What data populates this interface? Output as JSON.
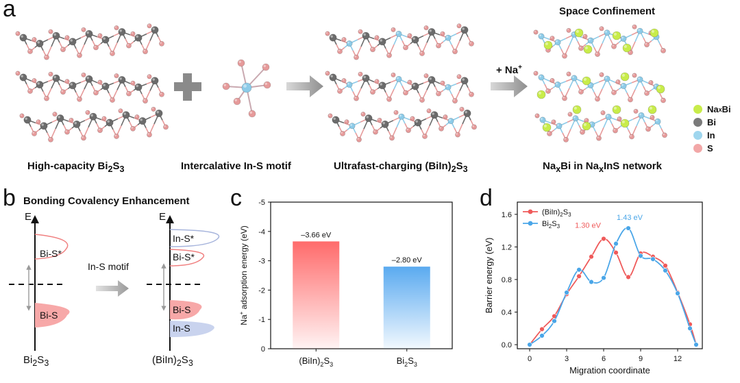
{
  "panel_a": {
    "label": "a",
    "plus_na": "+ Na",
    "plus_na_sup": "+",
    "space_confinement": "Space Confinement",
    "captions": {
      "c1": "High-capacity Bi",
      "c1_s1": "2",
      "c1_mid": "S",
      "c1_s2": "3",
      "c2": "Intercalative In-S motif",
      "c3": "Ultrafast-charging (BiIn)",
      "c3_s1": "2",
      "c3_mid": "S",
      "c3_s2": "3",
      "c4a": "Na",
      "c4a_sub": "x",
      "c4b": "Bi in Na",
      "c4b_sub": "x",
      "c4c": "InS network"
    },
    "legend": [
      {
        "label": "Na",
        "sub": "x",
        "rest": "Bi",
        "color": "#c8ec4a"
      },
      {
        "label": "Bi",
        "sub": "",
        "rest": "",
        "color": "#7a7a7a"
      },
      {
        "label": "In",
        "sub": "",
        "rest": "",
        "color": "#9fd6ee"
      },
      {
        "label": "S",
        "sub": "",
        "rest": "",
        "color": "#f2a7a7"
      }
    ],
    "colors": {
      "bi": "#6b6b6b",
      "s": "#e69a9a",
      "in": "#8dcbe8",
      "na": "#c8ec4a",
      "arrow": "#9a9a9a"
    }
  },
  "panel_b": {
    "label": "b",
    "title": "Bonding Covalency Enhancement",
    "axis_e": "E",
    "left": {
      "antibond": "Bi-S*",
      "bond": "Bi-S",
      "bottom": "Bi",
      "bottom_s1": "2",
      "bottom_mid": "S",
      "bottom_s2": "3"
    },
    "arrow_label": "In-S motif",
    "right": {
      "ins_star": "In-S*",
      "bis_star": "Bi-S*",
      "bis": "Bi-S",
      "ins": "In-S",
      "bottom": "(BiIn)",
      "bottom_s1": "2",
      "bottom_mid": "S",
      "bottom_s2": "3"
    }
  },
  "panel_c": {
    "label": "c",
    "chart_data": {
      "type": "bar",
      "categories": [
        "(BiIn)2S3",
        "Bi2S3"
      ],
      "category_display": [
        {
          "a": "(BiIn)",
          "s1": "2",
          "b": "S",
          "s2": "3"
        },
        {
          "a": "Bi",
          "s1": "2",
          "b": "S",
          "s2": "3"
        }
      ],
      "values": [
        -3.66,
        -2.8
      ],
      "data_labels": [
        "–3.66 eV",
        "–2.80 eV"
      ],
      "ylabel_pre": "Na",
      "ylabel_sup": "+",
      "ylabel_post": " adsorption energy (eV)",
      "ylim": [
        0,
        -5
      ],
      "yticks": [
        "0",
        "-1",
        "-2",
        "-3",
        "-4",
        "-5"
      ],
      "ytick_values": [
        0,
        -1,
        -2,
        -3,
        -4,
        -5
      ],
      "colors": [
        "#ff6b6b",
        "#5aaaf0"
      ]
    }
  },
  "panel_d": {
    "label": "d",
    "chart_data": {
      "type": "line",
      "xlabel": "Migration coordinate",
      "ylabel": "Barrier energy (eV)",
      "xlim": [
        -1,
        14
      ],
      "ylim": [
        -0.05,
        1.75
      ],
      "xticks": [
        0,
        3,
        6,
        9,
        12
      ],
      "yticks": [
        0.0,
        0.4,
        0.8,
        1.2,
        1.6
      ],
      "ytick_labels": [
        "0.0",
        "0.4",
        "0.8",
        "1.2",
        "1.6"
      ],
      "series": [
        {
          "name": "(BiIn)2S3",
          "legend": {
            "a": "(BiIn)",
            "s1": "2",
            "b": "S",
            "s2": "3"
          },
          "color": "#ef5a5a",
          "x": [
            0,
            1,
            2,
            3,
            4,
            5,
            6,
            7,
            8,
            9,
            10,
            11,
            12,
            13
          ],
          "y": [
            0.0,
            0.19,
            0.35,
            0.62,
            0.84,
            1.08,
            1.3,
            1.13,
            0.83,
            1.12,
            1.08,
            0.97,
            0.64,
            0.25
          ],
          "end": [
            13.5,
            0.0
          ]
        },
        {
          "name": "Bi2S3",
          "legend": {
            "a": "Bi",
            "s1": "2",
            "b": "S",
            "s2": "3"
          },
          "color": "#4aa6e8",
          "x": [
            0,
            1,
            2,
            3,
            4,
            5,
            6,
            7,
            8,
            9,
            10,
            11,
            12,
            13
          ],
          "y": [
            0.0,
            0.11,
            0.29,
            0.64,
            0.92,
            0.77,
            0.82,
            1.24,
            1.43,
            1.09,
            1.05,
            0.91,
            0.63,
            0.2
          ],
          "end": [
            13.5,
            0.0
          ]
        }
      ],
      "annotations": [
        {
          "text": "1.30 eV",
          "color": "#ef5a5a"
        },
        {
          "text": "1.43 eV",
          "color": "#4aa6e8"
        }
      ]
    }
  }
}
